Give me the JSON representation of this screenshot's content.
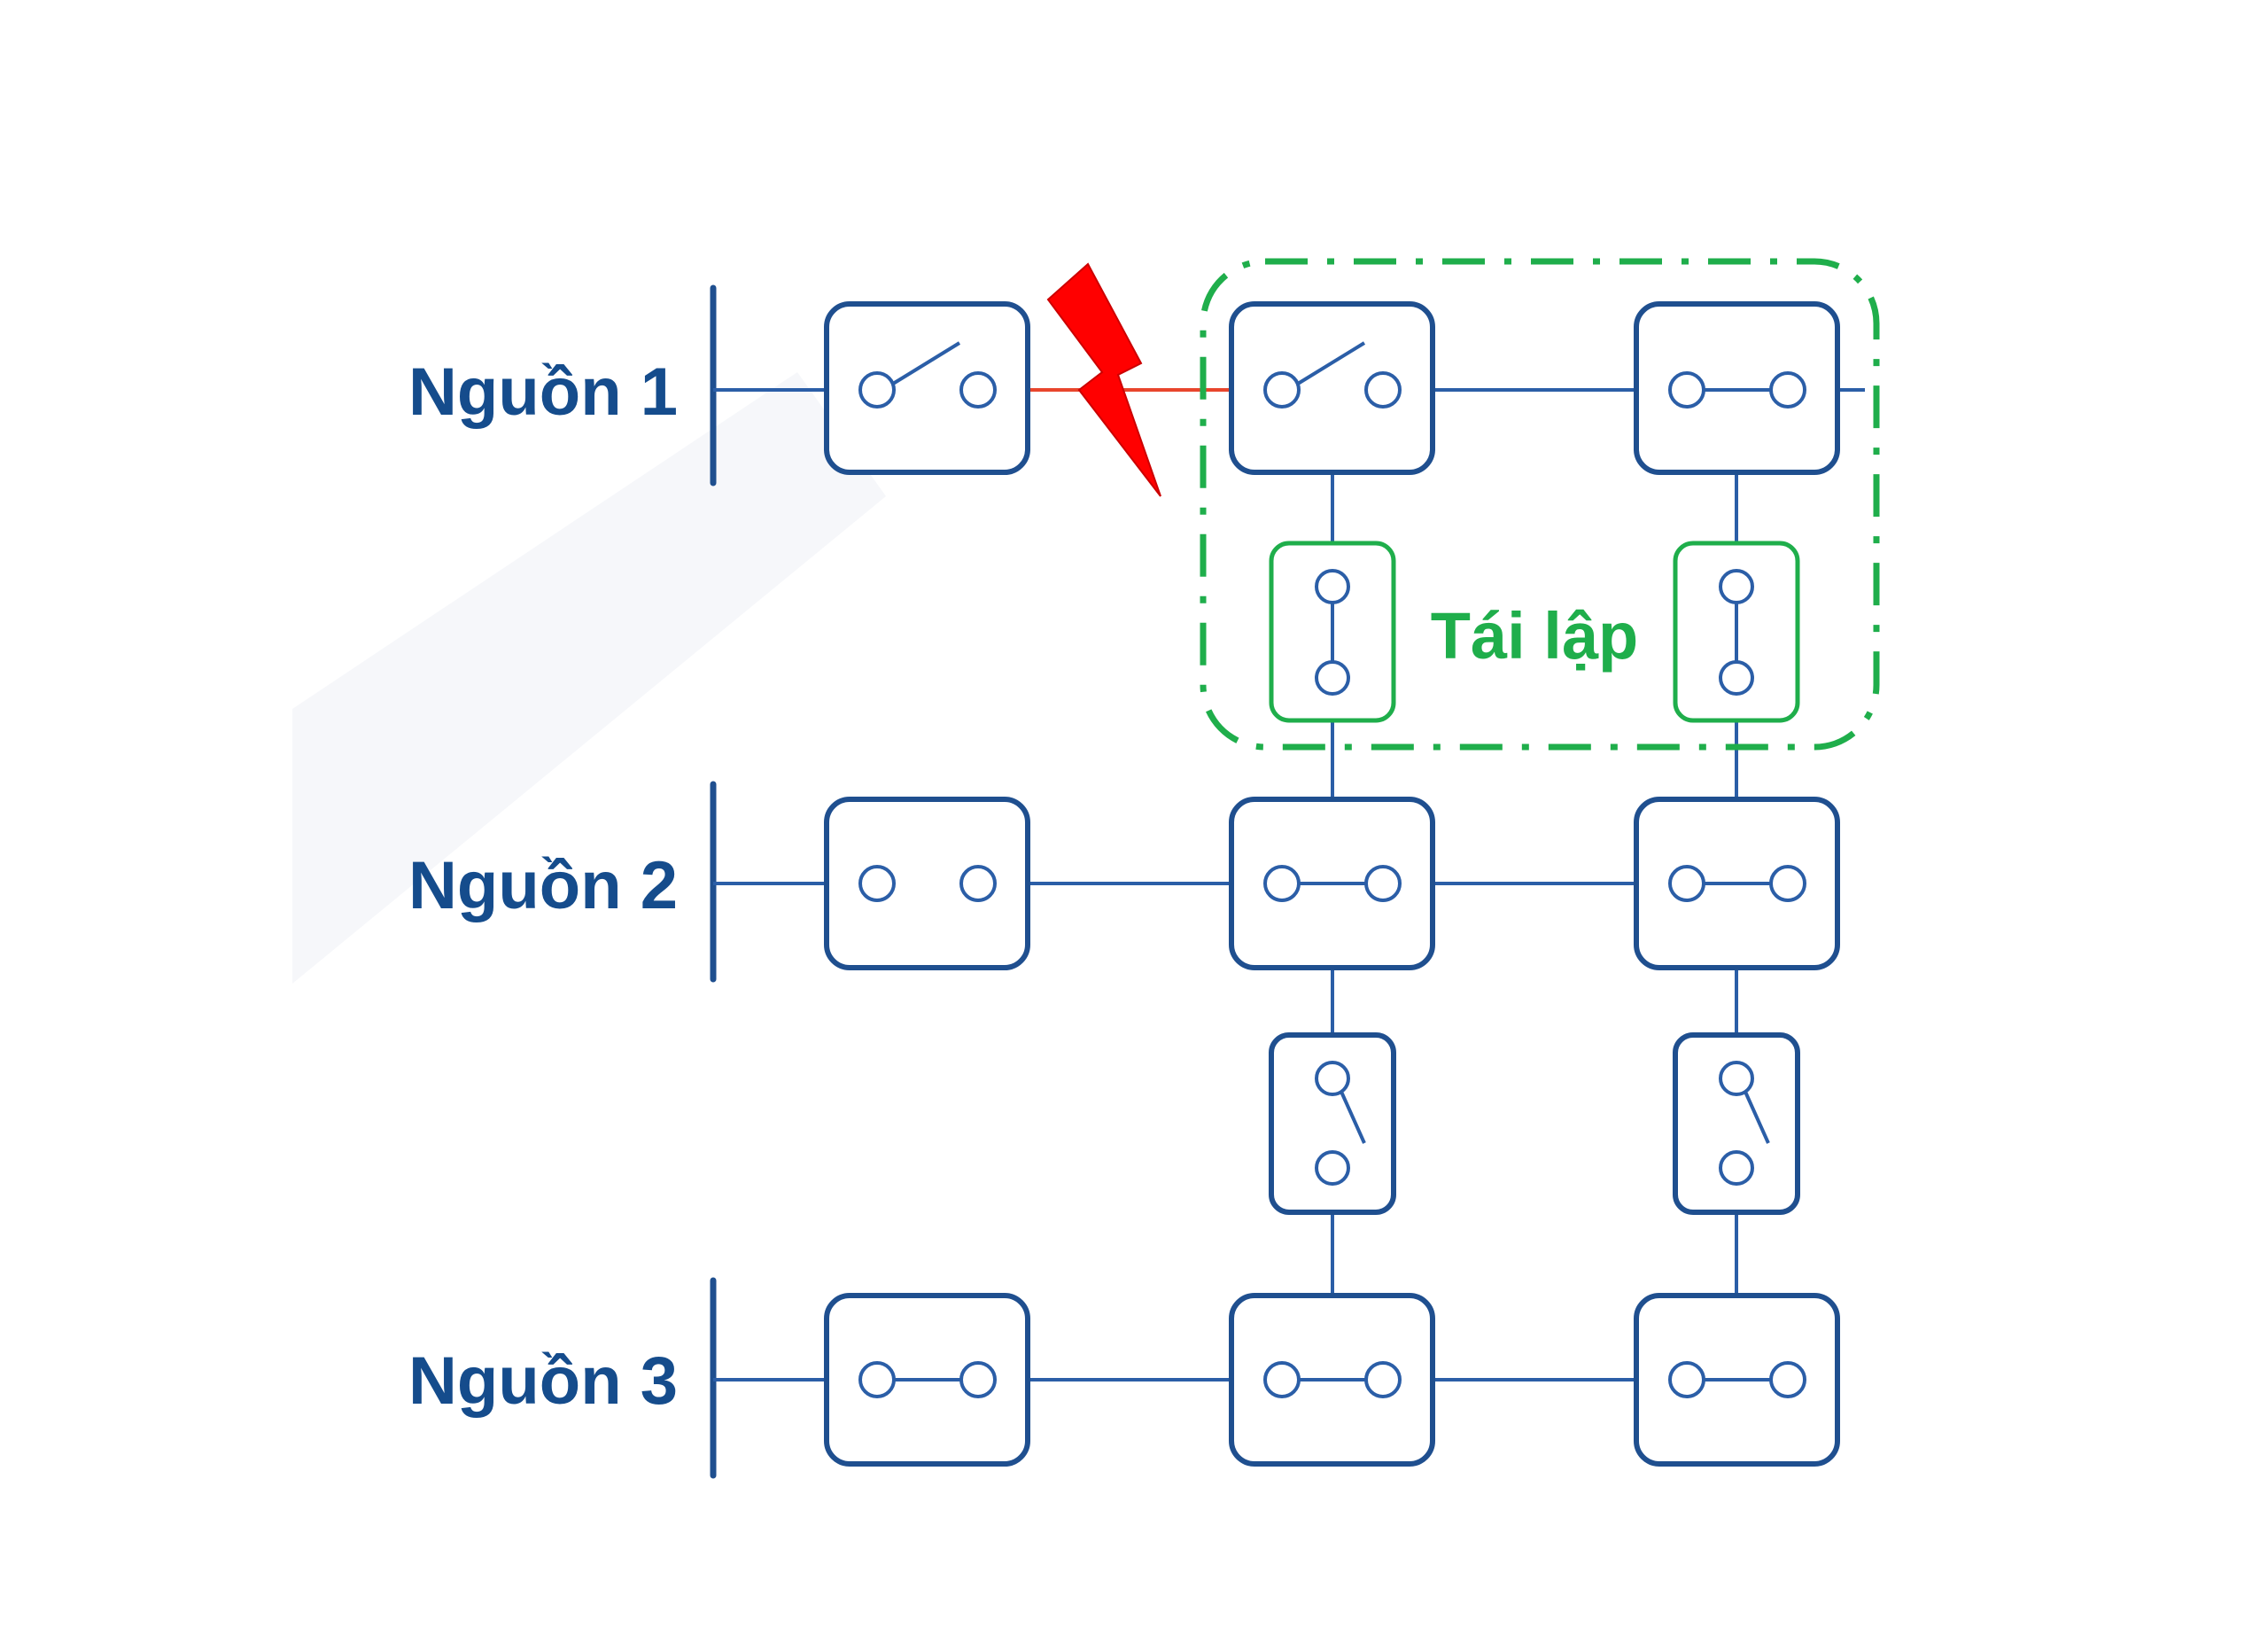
{
  "sources": [
    {
      "label": "Nguồn 1"
    },
    {
      "label": "Nguồn 2"
    },
    {
      "label": "Nguồn 3"
    }
  ],
  "restoration_label": "Tái lập",
  "colors": {
    "line": "#2b5ea7",
    "box": "#1f4f8f",
    "label": "#154c8c",
    "fault_line": "#e8452c",
    "fault_bolt": "#ff0000",
    "restoration": "#1fae4b"
  },
  "switches": {
    "row1": [
      "open",
      "open",
      "closed"
    ],
    "row2": [
      "closed",
      "closed",
      "closed"
    ],
    "row3": [
      "closed",
      "closed",
      "closed"
    ],
    "ties_top": [
      "closed",
      "closed"
    ],
    "ties_bottom": [
      "open",
      "open"
    ]
  },
  "icons": [
    "lightning-fault-icon"
  ]
}
